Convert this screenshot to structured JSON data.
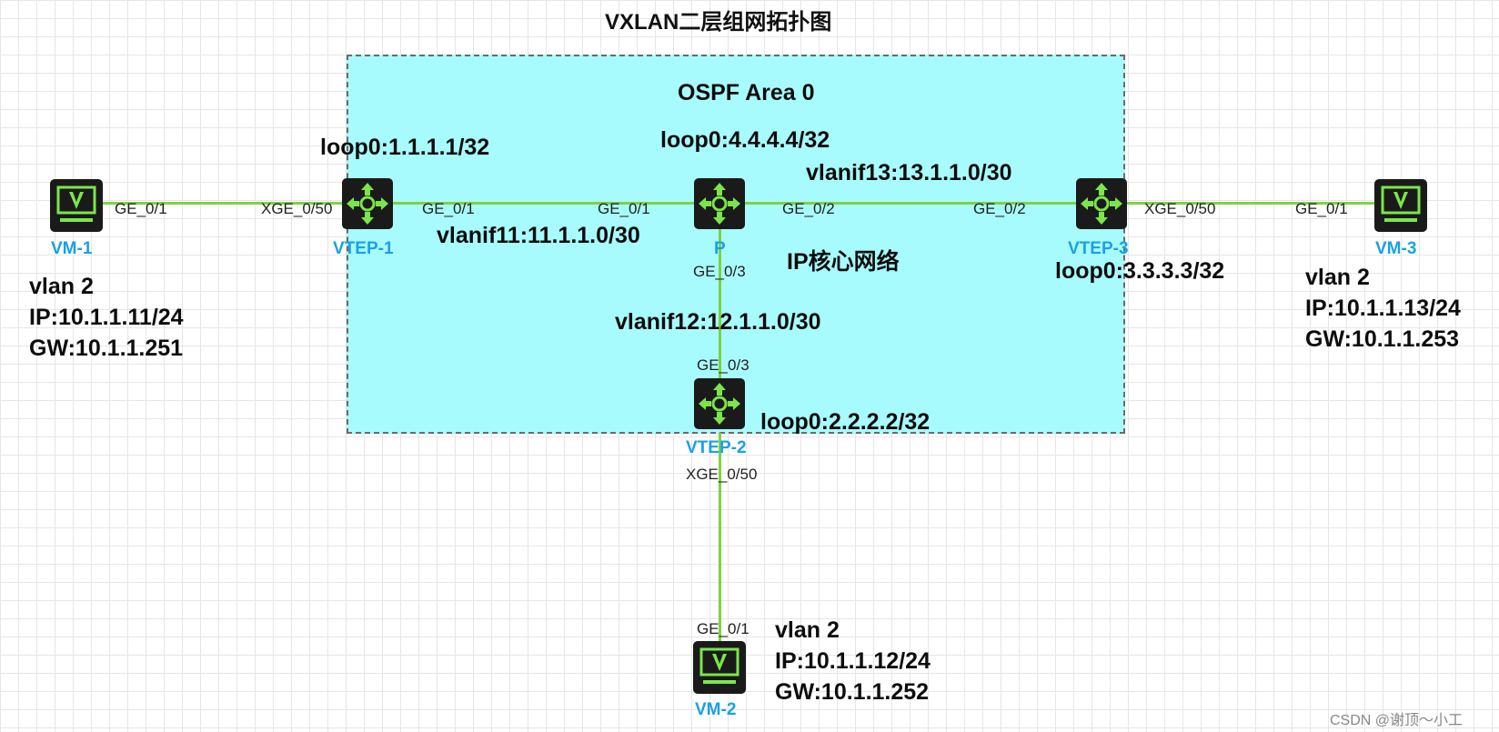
{
  "title": "VXLAN二层组网拓扑图",
  "area": {
    "label": "OSPF Area 0",
    "core_label": "IP核心网络"
  },
  "devices": {
    "vtep1": {
      "name": "VTEP-1",
      "loopback": "loop0:1.1.1.1/32"
    },
    "p": {
      "name": "P",
      "loopback": "loop0:4.4.4.4/32"
    },
    "vtep3": {
      "name": "VTEP-3",
      "loopback": "loop0:3.3.3.3/32"
    },
    "vtep2": {
      "name": "VTEP-2",
      "loopback": "loop0:2.2.2.2/32"
    }
  },
  "hosts": {
    "vm1": {
      "name": "VM-1",
      "vlan": "vlan 2",
      "ip": "IP:10.1.1.11/24",
      "gw": "GW:10.1.1.251"
    },
    "vm3": {
      "name": "VM-3",
      "vlan": "vlan 2",
      "ip": "IP:10.1.1.13/24",
      "gw": "GW:10.1.1.253"
    },
    "vm2": {
      "name": "VM-2",
      "vlan": "vlan 2",
      "ip": "IP:10.1.1.12/24",
      "gw": "GW:10.1.1.252"
    }
  },
  "links": {
    "vlanif11": "vlanif11:11.1.1.0/30",
    "vlanif12": "vlanif12:12.1.1.0/30",
    "vlanif13": "vlanif13:13.1.1.0/30"
  },
  "ports": {
    "vm1_ge01": "GE_0/1",
    "vtep1_xge050": "XGE_0/50",
    "vtep1_ge01": "GE_0/1",
    "p_ge01": "GE_0/1",
    "p_ge02": "GE_0/2",
    "vtep3_ge02": "GE_0/2",
    "vtep3_xge050": "XGE_0/50",
    "vm3_ge01": "GE_0/1",
    "p_ge03": "GE_0/3",
    "vtep2_ge03": "GE_0/3",
    "vtep2_xge050": "XGE_0/50",
    "vm2_ge01": "GE_0/1"
  },
  "watermark": "CSDN @谢顶～小工",
  "colors": {
    "area_fill": "#a8fbfd",
    "link": "#7dd243",
    "device_name": "#1aa0e6",
    "icon_green": "#7be64a"
  }
}
